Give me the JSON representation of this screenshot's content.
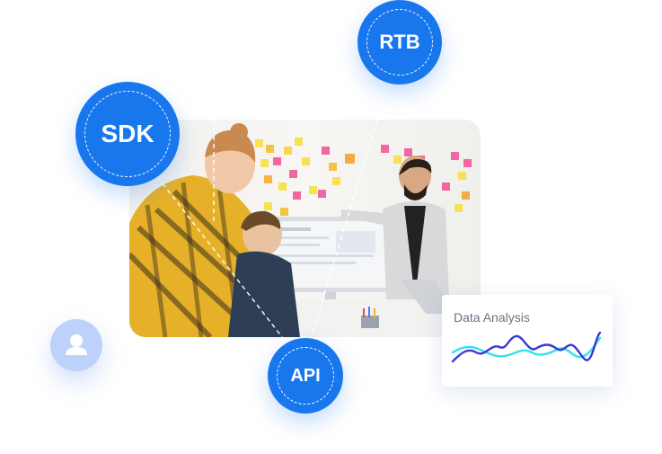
{
  "badges": {
    "sdk": "SDK",
    "rtb": "RTB",
    "api": "API"
  },
  "analysis_card": {
    "title": "Data Analysis"
  },
  "icons": {
    "avatar": "user-icon"
  },
  "colors": {
    "accent": "#1977ee",
    "avatar_bg": "#bcd2fb",
    "line_purple": "#3d39d6",
    "line_cyan": "#2ee3ef"
  }
}
